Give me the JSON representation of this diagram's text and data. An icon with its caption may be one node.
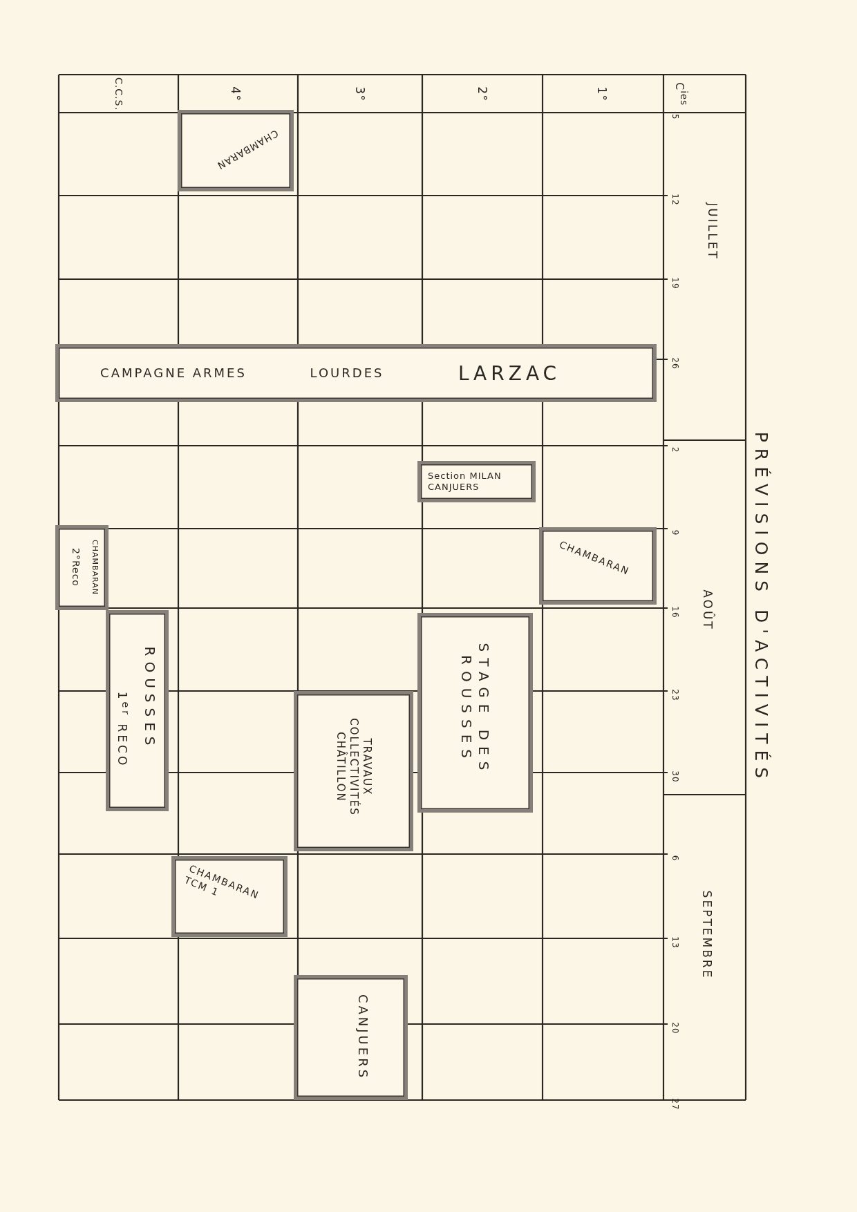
{
  "diagram": {
    "title": "PRÉVISIONS D'ACTIVITÉS",
    "nodes": [
      {
        "text": [
          "CHAMBARAN"
        ]
      },
      {
        "text": [
          "CAMPAGNE ARMES",
          "LOURDES",
          "LARZAC"
        ]
      },
      {
        "text": [
          "Section MILAN CANJUERS"
        ]
      },
      {
        "text": [
          "CHAMBARAN",
          "2°Reco"
        ]
      },
      {
        "text": [
          "CHAMBARAN"
        ]
      },
      {
        "text": [
          "ROUSSES",
          "1$^{er}$ RECO"
        ]
      },
      {
        "text": [
          "STAGE DES ROUSSES"
        ]
      },
      {
        "text": [
          "TRAVAUX COLLECTIVITÉS CHÂTILLON"
        ]
      },
      {
        "text": [
          "CHAMBARAN TCM 1"
        ]
      },
      {
        "text": [
          "CANJUERS"
        ]
      }
    ],
    "labels": [
      "C.C.S.",
      "4°",
      "3°",
      "2°",
      "1°",
      "C$^{ies}$",
      "JUILLET",
      "AOÛT",
      "SEPTEMBRE",
      "5",
      "12",
      "19",
      "26",
      "2",
      "9",
      "16",
      "23",
      "30",
      "6",
      "13",
      "20",
      "27"
    ]
  }
}
